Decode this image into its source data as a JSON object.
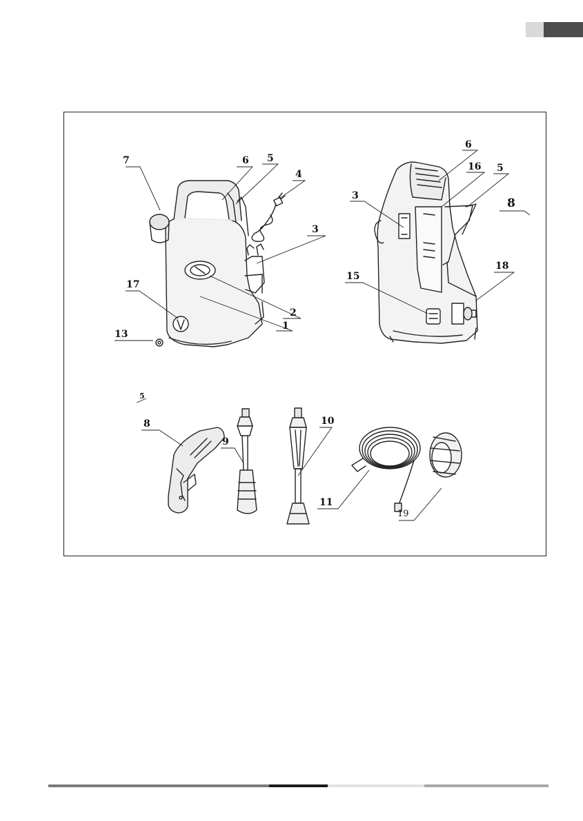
{
  "callouts": {
    "front_7": "7",
    "front_6": "6",
    "front_5": "5",
    "front_4": "4",
    "front_3": "3",
    "front_17": "17",
    "front_2": "2",
    "front_1": "1",
    "front_13": "13",
    "rear_6": "6",
    "rear_16": "16",
    "rear_5": "5",
    "rear_8": "8",
    "rear_3": "3",
    "rear_18": "18",
    "rear_15": "15",
    "acc_5": "5",
    "acc_8": "8",
    "acc_9": "9",
    "acc_10": "10",
    "acc_11": "11",
    "acc_19": "19"
  },
  "colors": {
    "tab_light": "#d9d9d9",
    "tab_dark": "#4d4d4d",
    "footer_mid": "#7a7a7a",
    "footer_dark": "#1a1a1a",
    "footer_light": "#e2e2e2",
    "footer_end": "#a8a8a8"
  },
  "icons": [
    "pressure-washer-front",
    "pressure-washer-rear",
    "spray-gun",
    "lance",
    "variable-nozzle",
    "high-pressure-hose",
    "hose-adapter-nut"
  ]
}
